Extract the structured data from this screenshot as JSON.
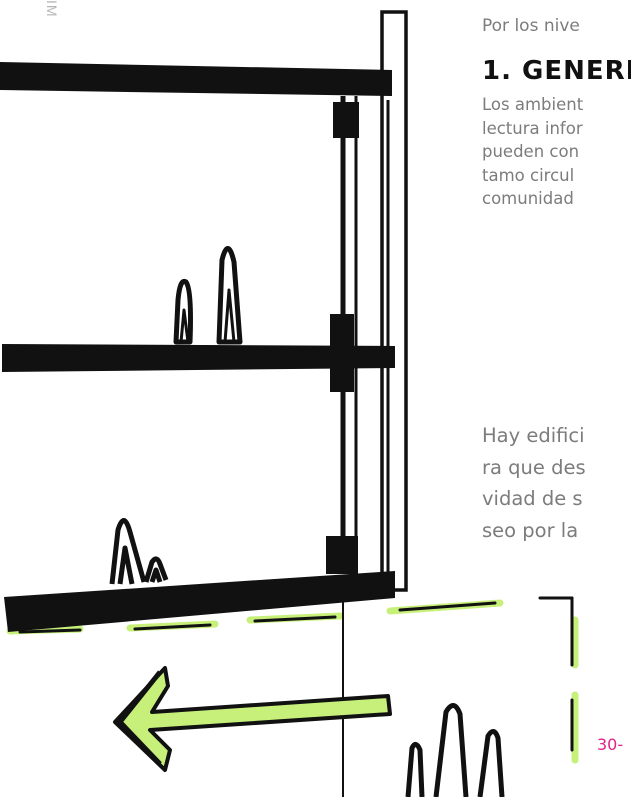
{
  "side_label": "IM",
  "intro_text": "Por los nive",
  "heading": "1. GENERI",
  "paragraph_1": [
    "Los ambient",
    "lectura infor",
    "pueden con",
    "tamo circul",
    "comunidad"
  ],
  "paragraph_2": [
    "Hay edifici",
    "ra que des",
    "vidad de s",
    "seo por la"
  ],
  "page_number": "30-",
  "colors": {
    "sketch_ink": "#111111",
    "highlight_green": "#c7f07a",
    "body_text": "#7c7c7c",
    "page_number": "#e0218a"
  }
}
